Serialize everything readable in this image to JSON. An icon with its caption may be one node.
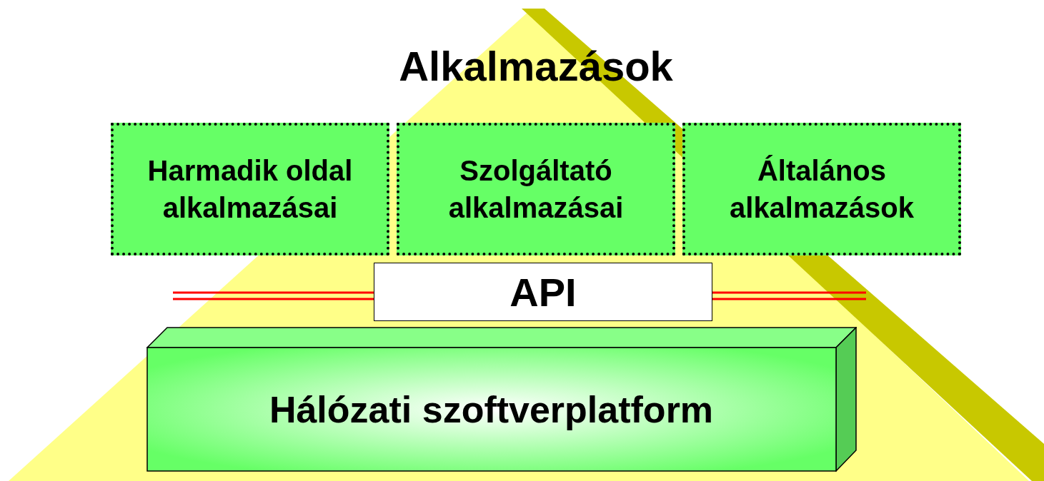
{
  "diagram": {
    "title": "Alkalmazások",
    "nodes": [
      {
        "text": [
          "Harmadik oldal alkalmazásai"
        ]
      },
      {
        "text": [
          "Szolgáltató alkalmazásai"
        ]
      },
      {
        "text": [
          "Általános alkalmazások"
        ]
      },
      {
        "text": [
          "API"
        ]
      },
      {
        "text": [
          "Hálózati szoftverplatform"
        ]
      }
    ]
  }
}
